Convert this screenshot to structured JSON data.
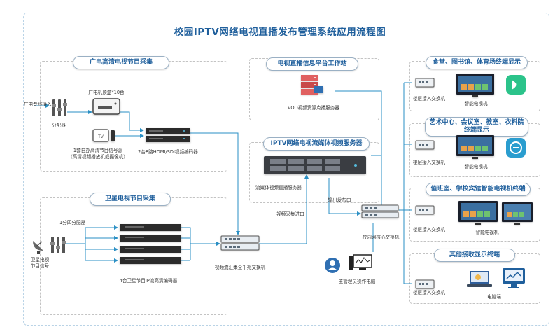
{
  "title": "校园IPTV网络电视直播发布管理系统应用流程图",
  "colors": {
    "accent": "#1f5f9c",
    "line": "#2a8fc4",
    "app_green": "#2bc38a",
    "app_teal": "#2a9dcf"
  },
  "groups": {
    "broadcast": {
      "title": "广电高清电视节目采集",
      "cable_input": "广电专线接入",
      "splitter": "分配器",
      "stb": "广电机顶盒*10台",
      "tv_source_line1": "1套自办高清节目信号源",
      "tv_source_line2": "（高清视频播放机或摄像机）",
      "encoder": "2台8路HDMI/SDI视频编码器"
    },
    "satellite": {
      "title": "卫星电视节目采集",
      "splitter": "1分四分配器",
      "signal_line1": "卫星电视",
      "signal_line2": "节目信号",
      "encoder": "4台卫星节目IP流高清编码器"
    },
    "info_platform": {
      "title": "电视直播信息平台工作站",
      "server": "VOD视频资源点播服务器"
    },
    "streaming": {
      "title": "IPTV网络电视流媒体视频服务器",
      "server": "流媒体视频直播服务器"
    },
    "core": {
      "aggregation_switch": "视频流汇集全千兆交换机",
      "video_in": "视频采集进口",
      "output": "输出发布口",
      "campus_switch": "校园网核心交换机",
      "admin_pc": "主管理员操作电脑"
    },
    "terminals": [
      {
        "title": "食堂、图书馆、体育场终端显示",
        "switch": "楼层接入交换机",
        "tv": "智能电视机"
      },
      {
        "title_line1": "艺术中心、会议室、教室、衣料院",
        "title_line2": "终端显示",
        "switch": "楼层接入交换机",
        "tv": "智能电视机"
      },
      {
        "title": "值班室、学校宾馆智能电视机终端",
        "switch": "楼层接入交换机",
        "tv": "智能电视机"
      },
      {
        "title": "其他接收显示终端",
        "switch": "楼层接入交换机",
        "pc": "电脑端"
      }
    ]
  }
}
